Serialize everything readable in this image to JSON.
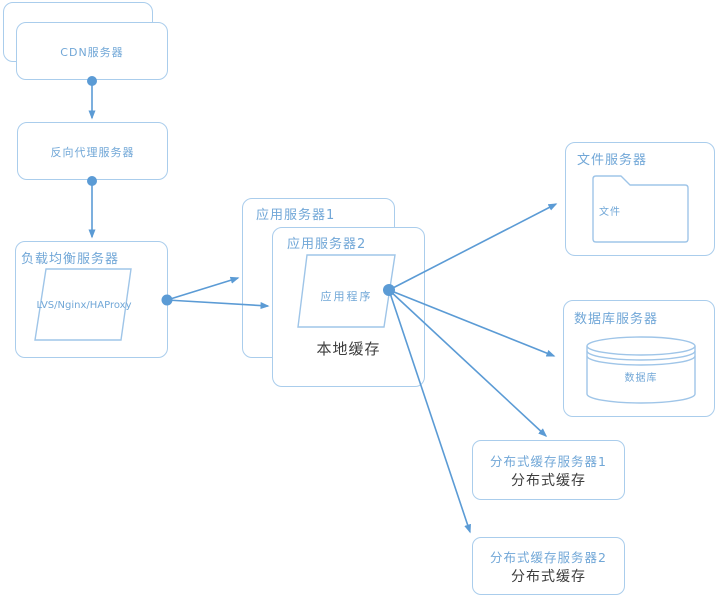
{
  "diagram": {
    "type": "architecture-flow",
    "nodes": {
      "cdn": {
        "label": "CDN服务器"
      },
      "reverse_proxy": {
        "label": "反向代理服务器"
      },
      "load_balancer": {
        "label": "负载均衡服务器",
        "software": "LVS/Nginx/HAProxy"
      },
      "app_server_1": {
        "label": "应用服务器1"
      },
      "app_server_2": {
        "label": "应用服务器2",
        "program": "应用程序",
        "local_cache": "本地缓存"
      },
      "file_server": {
        "label": "文件服务器",
        "icon_label": "文件"
      },
      "db_server": {
        "label": "数据库服务器",
        "icon_label": "数据库"
      },
      "dist_cache_1": {
        "label": "分布式缓存服务器1",
        "sublabel": "分布式缓存"
      },
      "dist_cache_2": {
        "label": "分布式缓存服务器2",
        "sublabel": "分布式缓存"
      }
    },
    "edges": [
      {
        "from": "cdn",
        "to": "reverse_proxy"
      },
      {
        "from": "reverse_proxy",
        "to": "load_balancer"
      },
      {
        "from": "load_balancer",
        "to": "app_server_1"
      },
      {
        "from": "load_balancer",
        "to": "app_server_2"
      },
      {
        "from": "app_server_2",
        "to": "file_server"
      },
      {
        "from": "app_server_2",
        "to": "db_server"
      },
      {
        "from": "app_server_2",
        "to": "dist_cache_1"
      },
      {
        "from": "app_server_2",
        "to": "dist_cache_2"
      }
    ],
    "colors": {
      "box_border": "#aacdec",
      "shape_border": "#9fc5e8",
      "label_blue": "#71a7d7",
      "label_dark": "#3d3d3d",
      "connector": "#5b9bd5",
      "background": "#ffffff"
    }
  }
}
